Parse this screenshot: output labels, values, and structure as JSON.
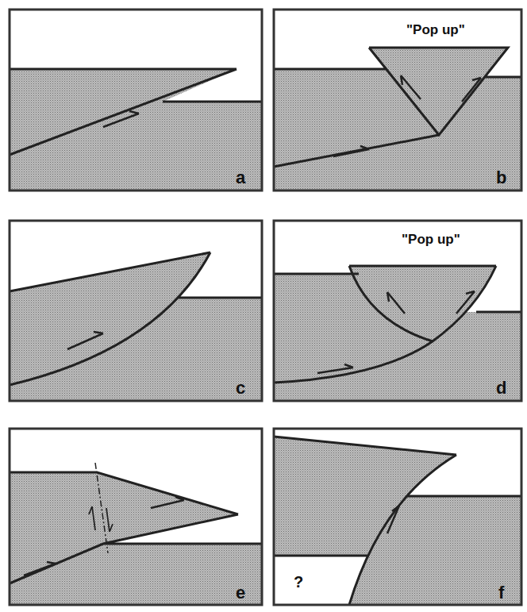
{
  "diagram": {
    "labels": [
      "a",
      "\"Pop up\"",
      "b",
      "c",
      "\"Pop up\"",
      "d",
      "e",
      "f",
      "?"
    ]
  }
}
